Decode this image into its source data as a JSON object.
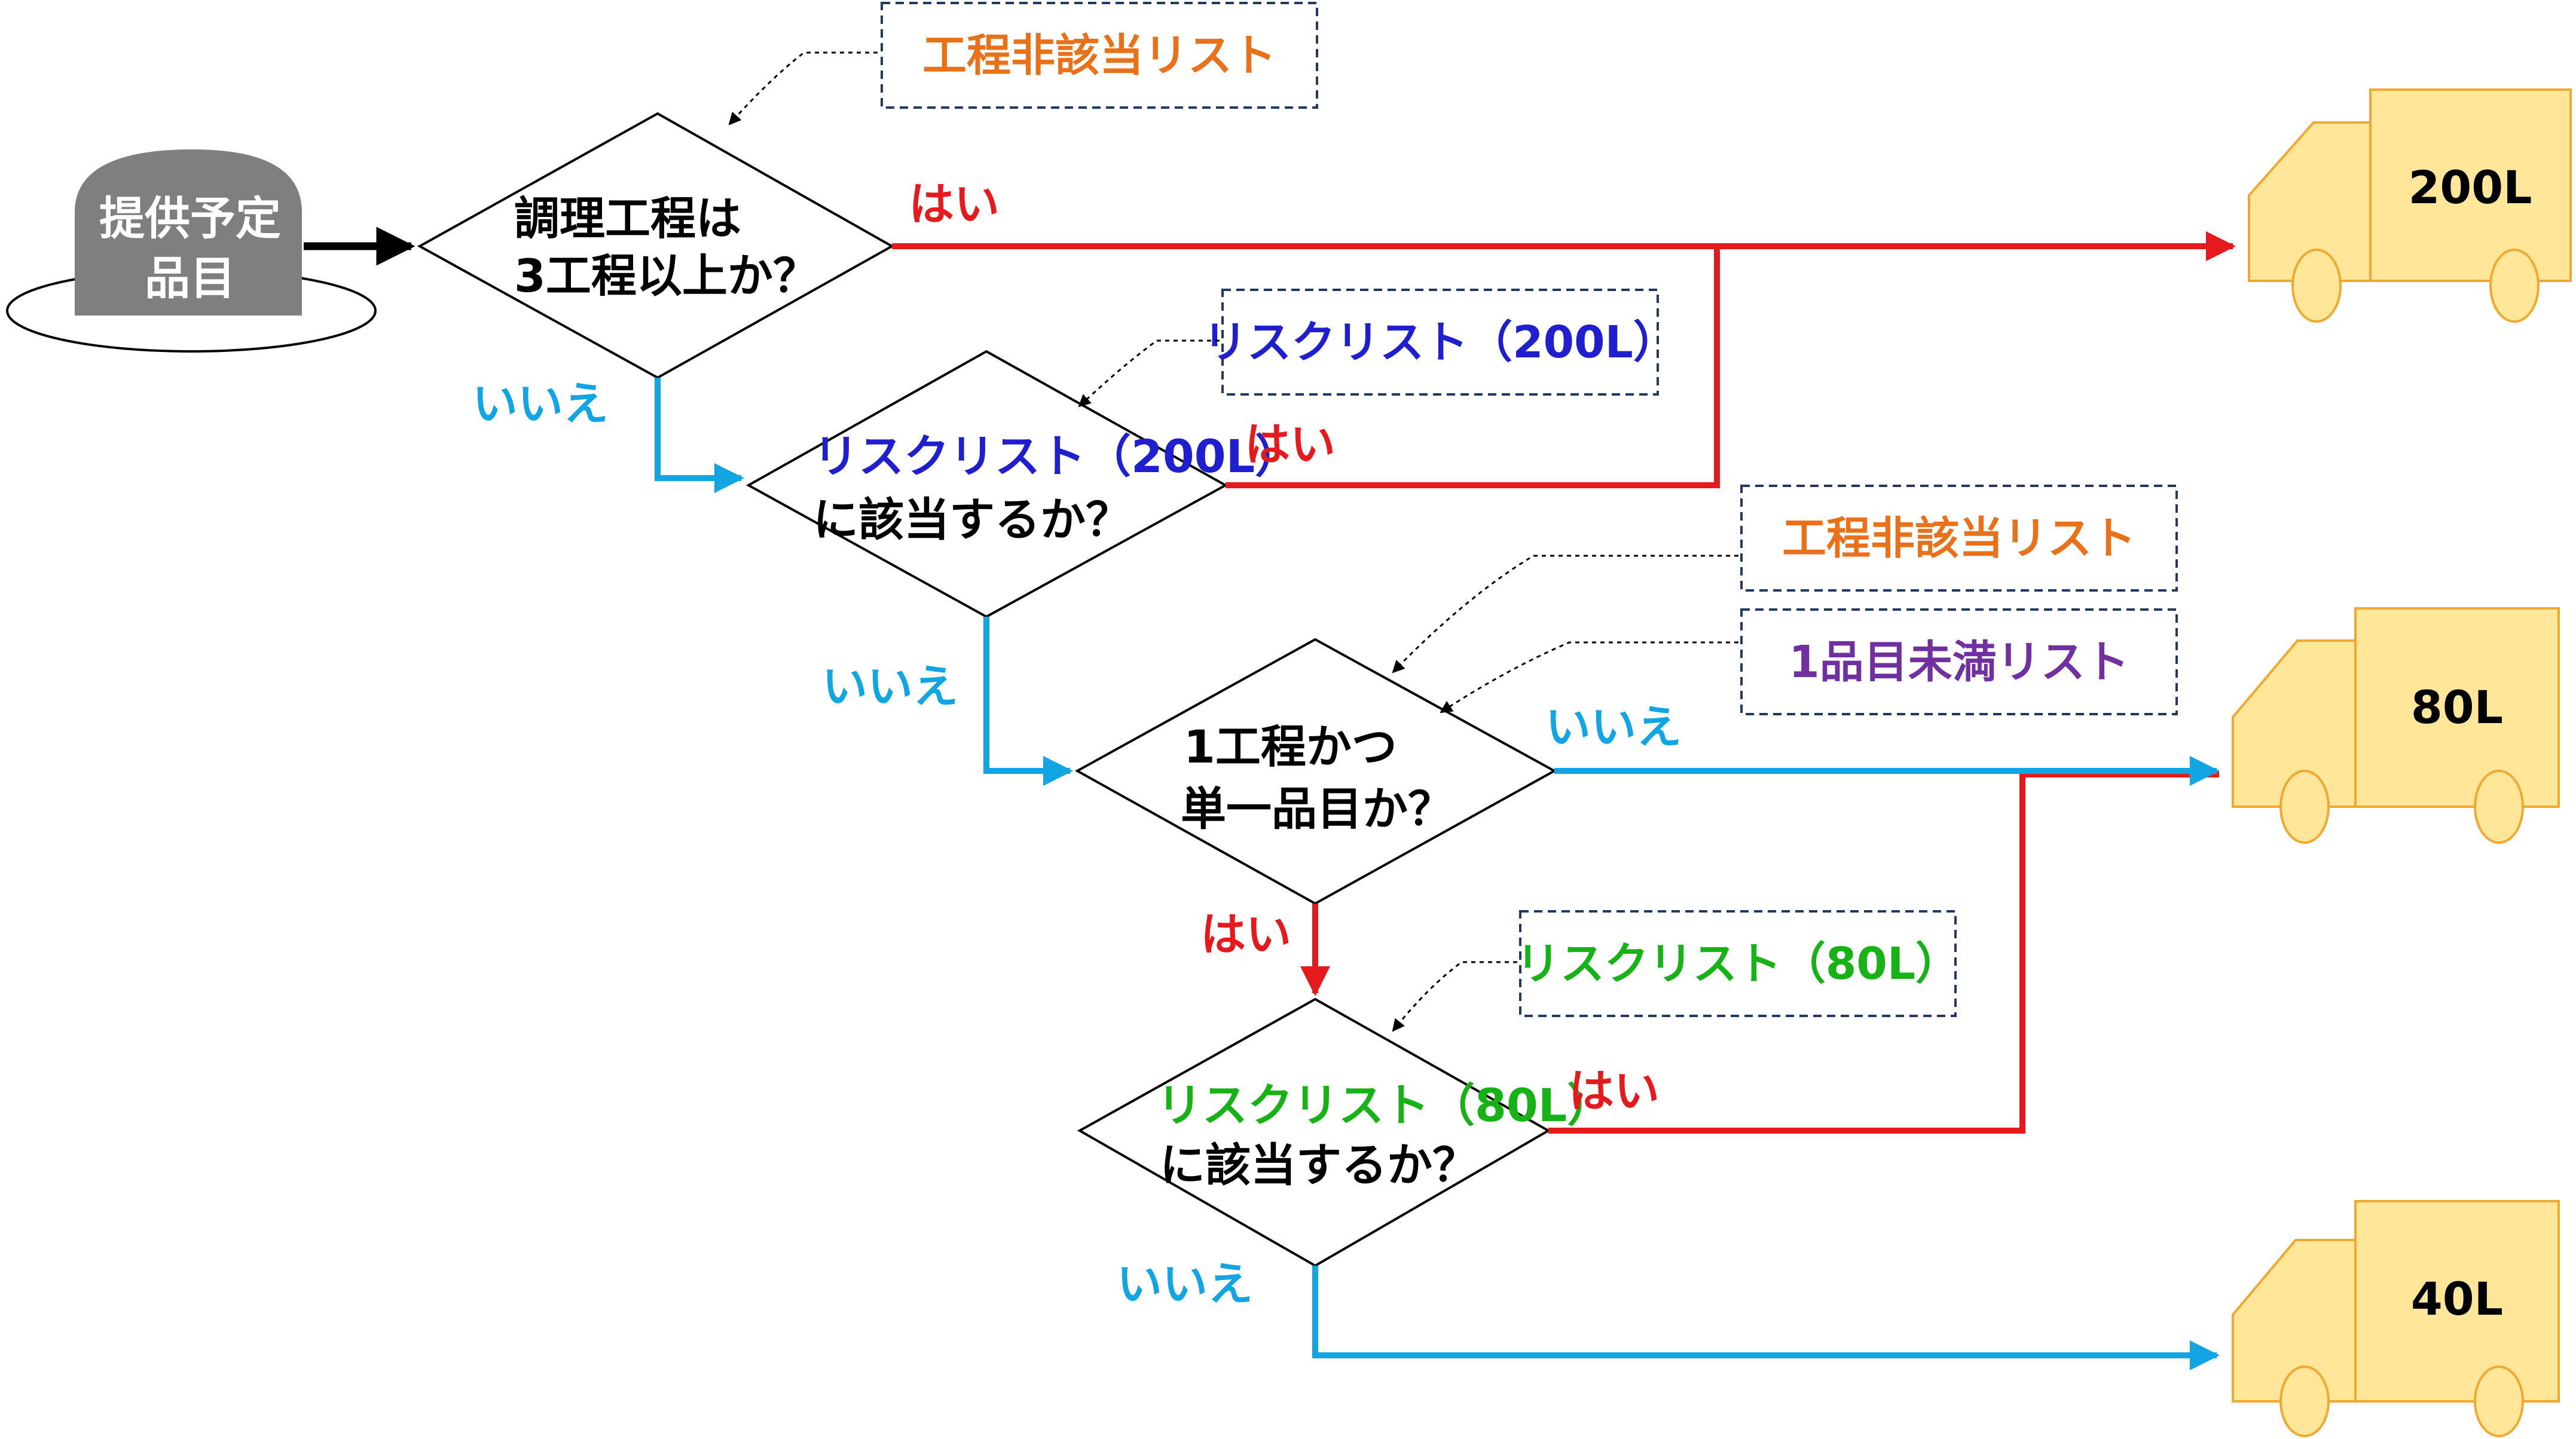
{
  "colors": {
    "yes": "#e41a1c",
    "no": "#12a5e3",
    "orange": "#e8711a",
    "blue": "#1f1fd0",
    "purple": "#7030a0",
    "green": "#16b216",
    "truck_fill": "#ffe699",
    "truck_stroke": "#f0a830",
    "start_fill": "#7f7f7f"
  },
  "start": {
    "line1": "提供予定",
    "line2": "品目"
  },
  "q1": {
    "line1": "調理工程は",
    "line2": "3工程以上か？"
  },
  "q2": {
    "line1": "リスクリスト（200L）",
    "line2": "に該当するか？"
  },
  "q3": {
    "line1": "1工程かつ",
    "line2": "単一品目か？"
  },
  "q4": {
    "line1": "リスクリスト（80L）",
    "line2": "に該当するか？"
  },
  "notes": {
    "n1": "工程非該当リスト",
    "n2": "リスクリスト（200L）",
    "n3": "工程非該当リスト",
    "n4": "1品目未満リスト",
    "n5": "リスクリスト（80L）"
  },
  "labels": {
    "yes": "はい",
    "no": "いいえ"
  },
  "trucks": {
    "t1": "200L",
    "t2": "80L",
    "t3": "40L"
  }
}
